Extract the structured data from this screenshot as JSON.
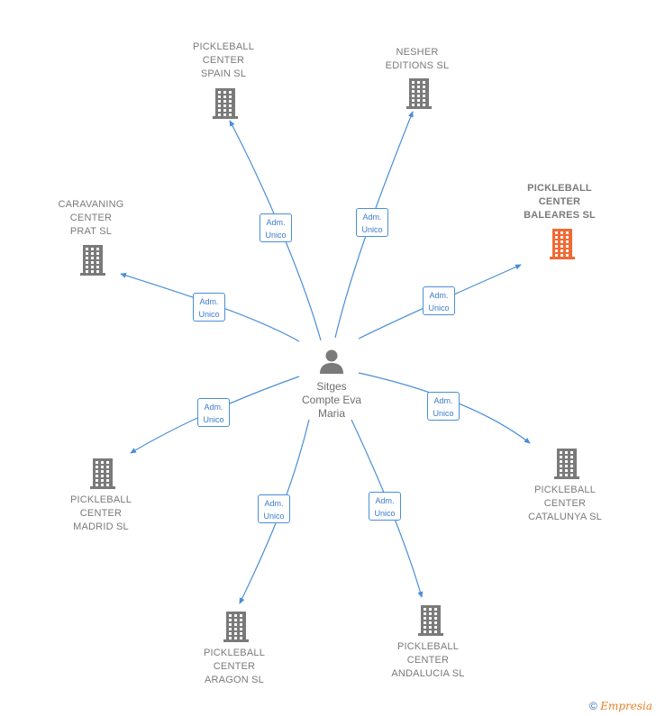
{
  "center": {
    "name_lines": [
      "Sitges",
      "Compte Eva",
      "Maria"
    ],
    "icon": "person-icon",
    "color": "#7a7a7a"
  },
  "edge_style": {
    "color": "#4a8fd6"
  },
  "badge": {
    "line1": "Adm.",
    "line2": "Unico"
  },
  "companies": [
    {
      "id": "pickleball-center-spain",
      "name_lines": [
        "PICKLEBALL",
        "CENTER",
        "SPAIN  SL"
      ],
      "role_lines": [
        "Adm.",
        "Unico"
      ],
      "highlight": false,
      "icon": "building-icon"
    },
    {
      "id": "nesher-editions",
      "name_lines": [
        "NESHER",
        "EDITIONS  SL"
      ],
      "role_lines": [
        "Adm.",
        "Unico"
      ],
      "highlight": false,
      "icon": "building-icon"
    },
    {
      "id": "pickleball-center-baleares",
      "name_lines": [
        "PICKLEBALL",
        "CENTER",
        "BALEARES  SL"
      ],
      "role_lines": [
        "Adm.",
        "Unico"
      ],
      "highlight": true,
      "icon": "building-icon"
    },
    {
      "id": "caravaning-center-prat",
      "name_lines": [
        "CARAVANING",
        "CENTER",
        "PRAT  SL"
      ],
      "role_lines": [
        "Adm.",
        "Unico"
      ],
      "highlight": false,
      "icon": "building-icon"
    },
    {
      "id": "pickleball-center-catalunya",
      "name_lines": [
        "PICKLEBALL",
        "CENTER",
        "CATALUNYA  SL"
      ],
      "role_lines": [
        "Adm.",
        "Unico"
      ],
      "highlight": false,
      "icon": "building-icon"
    },
    {
      "id": "pickleball-center-madrid",
      "name_lines": [
        "PICKLEBALL",
        "CENTER",
        "MADRID  SL"
      ],
      "role_lines": [
        "Adm.",
        "Unico"
      ],
      "highlight": false,
      "icon": "building-icon"
    },
    {
      "id": "pickleball-center-aragon",
      "name_lines": [
        "PICKLEBALL",
        "CENTER",
        "ARAGON  SL"
      ],
      "role_lines": [
        "Adm.",
        "Unico"
      ],
      "highlight": false,
      "icon": "building-icon"
    },
    {
      "id": "pickleball-center-andalucia",
      "name_lines": [
        "PICKLEBALL",
        "CENTER",
        "ANDALUCIA  SL"
      ],
      "role_lines": [
        "Adm.",
        "Unico"
      ],
      "highlight": false,
      "icon": "building-icon"
    }
  ],
  "colors": {
    "building": "#7a7a7a",
    "building_highlight": "#f06a35",
    "accent": "#4a8fd6"
  },
  "footer": {
    "copyright": "©",
    "brand": "Empresia"
  }
}
